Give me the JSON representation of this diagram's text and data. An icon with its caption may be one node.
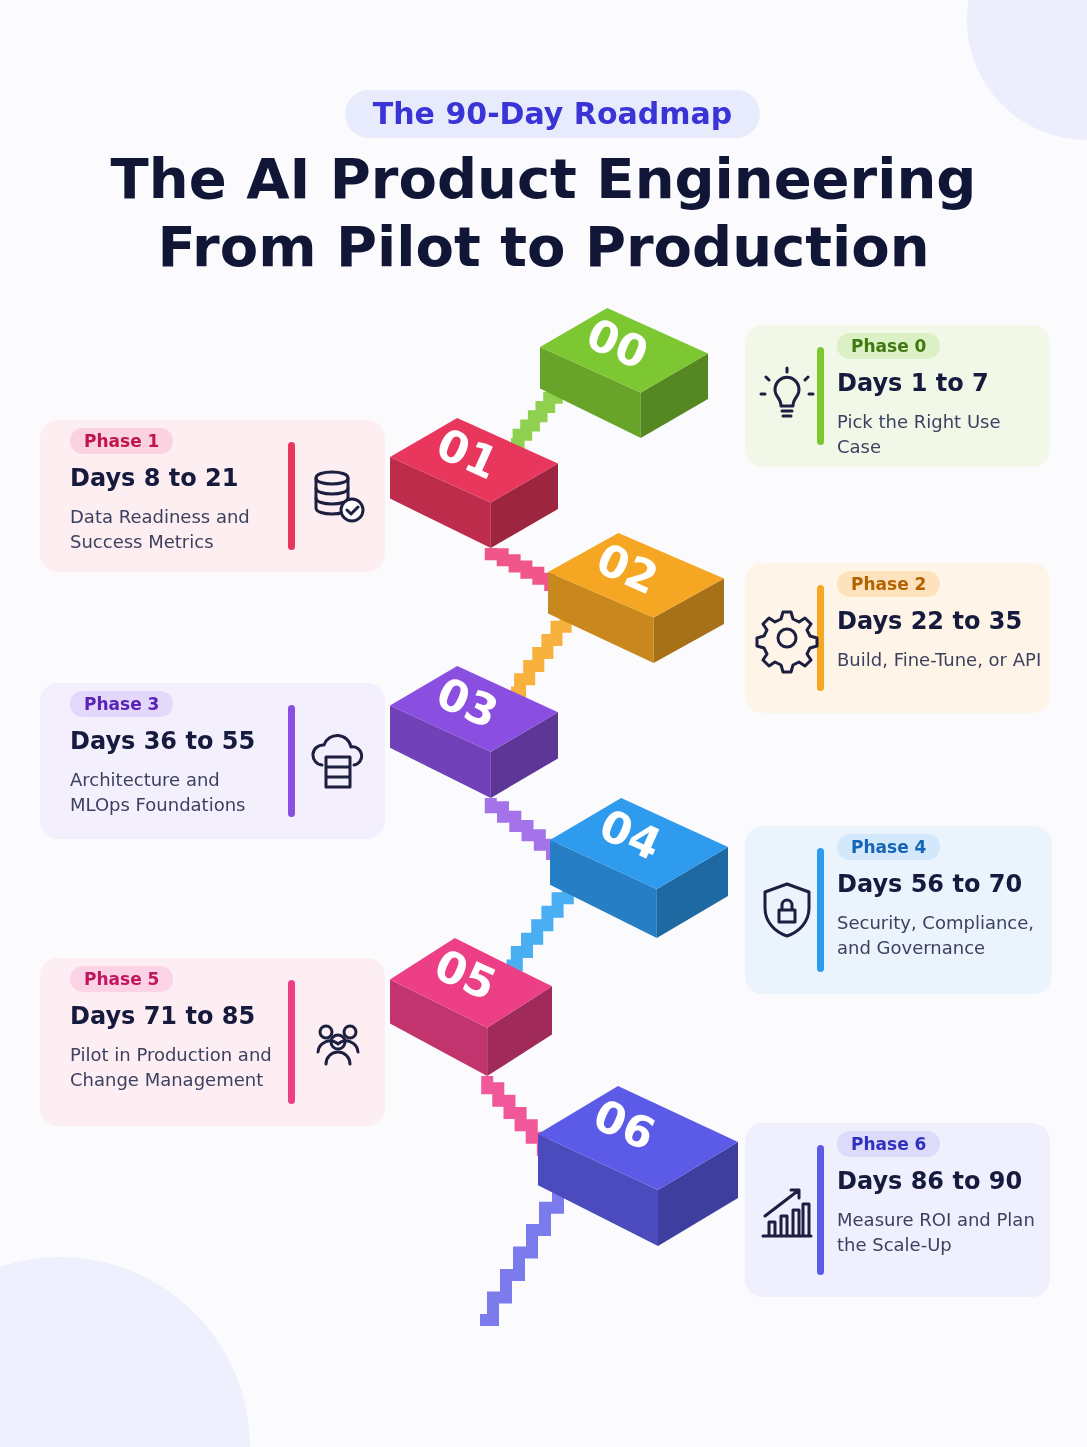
{
  "diagram": {
    "title": "The AI Product Engineering From Pilot to Production",
    "nodes": [
      {
        "text": [
          "00"
        ]
      },
      {
        "text": [
          "Phase 0",
          "Days 1 to 7",
          "Pick the Right Use Case"
        ]
      },
      {
        "text": [
          "01"
        ]
      },
      {
        "text": [
          "Phase 1",
          "Days 8 to 21",
          "Data Readiness and Success Metrics"
        ]
      },
      {
        "text": [
          "02"
        ]
      },
      {
        "text": [
          "Phase 2",
          "Days 22 to 35",
          "Build, Fine-Tune, or API"
        ]
      },
      {
        "text": [
          "03"
        ]
      },
      {
        "text": [
          "Phase 3",
          "Days 36 to 55",
          "Architecture and MLOps Foundations"
        ]
      },
      {
        "text": [
          "04"
        ]
      },
      {
        "text": [
          "Phase 4",
          "Days 56 to 70",
          "Security, Compliance, and Governance"
        ]
      },
      {
        "text": [
          "05"
        ]
      },
      {
        "text": [
          "Phase 5",
          "Days 71 to 85",
          "Pilot in Production and Change Management"
        ]
      },
      {
        "text": [
          "06"
        ]
      },
      {
        "text": [
          "Phase 6",
          "Days 86 to 90",
          "Measure ROI and Plan the Scale-Up"
        ]
      }
    ],
    "edges": [
      {
        "from": 0,
        "to": 2,
        "arrow": "none",
        "color": "#8fd14f"
      },
      {
        "from": 2,
        "to": 4,
        "arrow": "none",
        "color": "#f0568a"
      },
      {
        "from": 4,
        "to": 6,
        "arrow": "none",
        "color": "#f7b13c"
      },
      {
        "from": 6,
        "to": 8,
        "arrow": "none",
        "color": "#a473ea"
      },
      {
        "from": 8,
        "to": 10,
        "arrow": "none",
        "color": "#4aaef2"
      },
      {
        "from": 10,
        "to": 12,
        "arrow": "none",
        "color": "#f0589a"
      }
    ],
    "labels": [
      "The 90-Day Roadmap"
    ]
  }
}
